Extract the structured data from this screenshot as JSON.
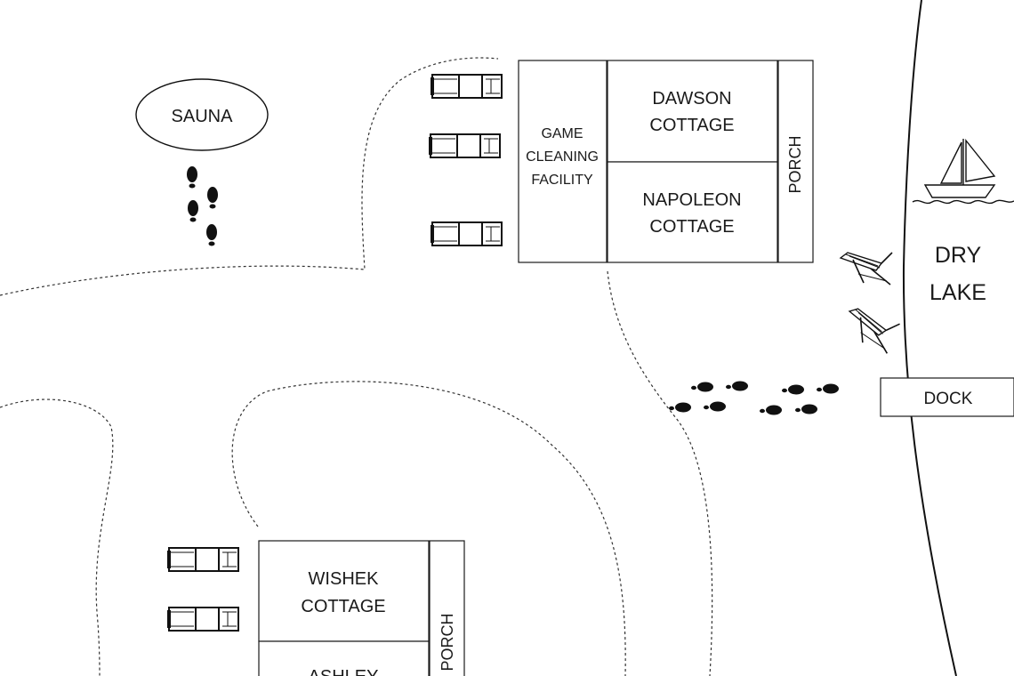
{
  "map": {
    "sauna": {
      "label": "SAUNA"
    },
    "game_cleaning": {
      "lines": [
        "GAME",
        "CLEANING",
        "FACILITY"
      ]
    },
    "dawson": {
      "lines": [
        "DAWSON",
        "COTTAGE"
      ]
    },
    "napoleon": {
      "lines": [
        "NAPOLEON",
        "COTTAGE"
      ]
    },
    "porch_top": {
      "label": "PORCH"
    },
    "lake": {
      "lines": [
        "DRY",
        "LAKE"
      ]
    },
    "dock": {
      "label": "DOCK"
    },
    "wishek": {
      "lines": [
        "WISHEK",
        "COTTAGE"
      ]
    },
    "ashley": {
      "lines": [
        "ASHLEY"
      ]
    },
    "porch_bottom": {
      "label": "PORCH"
    },
    "icons": {
      "car": "pickup-truck-icon",
      "footprints": "footprints-icon",
      "chair": "lounge-chair-icon",
      "boat": "sailboat-icon"
    }
  }
}
